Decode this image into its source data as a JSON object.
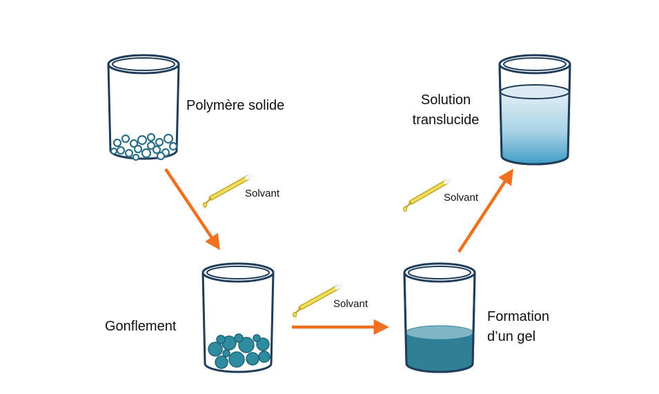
{
  "labels": {
    "polymere_solide": "Polymère solide",
    "gonflement": "Gonflement",
    "formation_line1": "Formation",
    "formation_line2": "d’un gel",
    "solution_line1": "Solution",
    "solution_line2": "translucide",
    "solvant_1": "Solvant",
    "solvant_2": "Solvant",
    "solvant_3": "Solvant"
  },
  "colors": {
    "outline": "#1f3c58",
    "arrow": "#f07020",
    "particle_fill": "#2f8ca0",
    "gel_dark": "#2f7f96",
    "gel_top": "#7fb6c6",
    "solution_top": "#dbeaf3",
    "solution_bottom": "#4aa3c8",
    "pipette_body": "#e8d34a",
    "pipette_outline": "#b89a18"
  },
  "icons": {
    "beaker": "beaker-icon",
    "pipette": "pipette-icon",
    "arrow": "arrow-icon"
  }
}
